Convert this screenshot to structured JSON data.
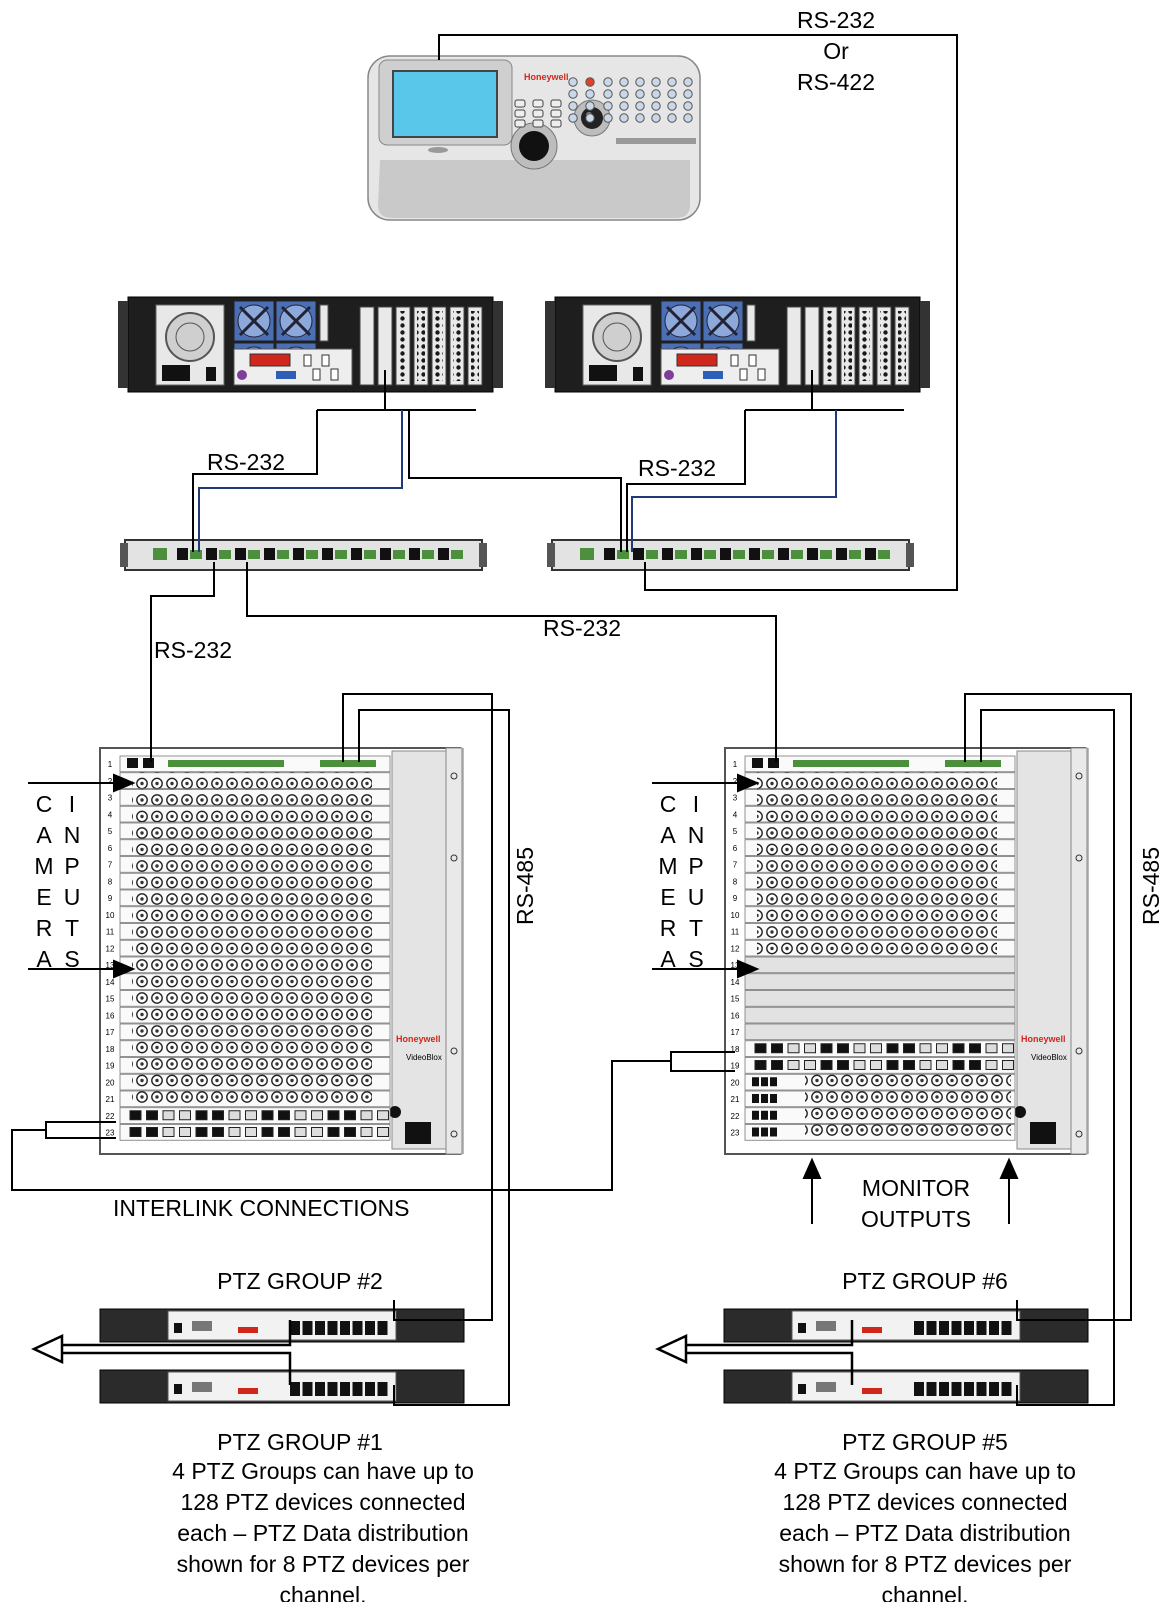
{
  "labels": {
    "link_keyboard_l1": "RS-232",
    "link_keyboard_l2": "Or",
    "link_keyboard_l3": "RS-422",
    "rs232_left_pc": "RS-232",
    "rs232_right_pc": "RS-232",
    "rs232_down_left": "RS-232",
    "rs232_cross": "RS-232",
    "rs485_left": "RS-485",
    "rs485_right": "RS-485",
    "interlink": "INTERLINK CONNECTIONS",
    "monitor_outputs_l1": "MONITOR",
    "monitor_outputs_l2": "OUTPUTS",
    "ptz_group_2": "PTZ GROUP #2",
    "ptz_group_6": "PTZ GROUP #6",
    "ptz_group_1": "PTZ GROUP #1",
    "ptz_group_5": "PTZ GROUP #5"
  },
  "camera_inputs": {
    "left_col": [
      "C",
      "A",
      "M",
      "E",
      "R",
      "A"
    ],
    "right_col": [
      "I",
      "N",
      "P",
      "U",
      "T",
      "S"
    ]
  },
  "notes": {
    "left": [
      "4 PTZ Groups can have up to",
      "128 PTZ devices connected",
      "each – PTZ Data distribution",
      "shown for 8 PTZ devices per",
      "channel."
    ],
    "right": [
      "4 PTZ Groups can have up to",
      "128 PTZ devices connected",
      "each – PTZ Data distribution",
      "shown for 8 PTZ devices per",
      "channel."
    ]
  },
  "devices": {
    "keyboard_brand": "Honeywell",
    "matrix_brand": "Honeywell",
    "matrix_product": "VideoBlox"
  },
  "slot_numbers": [
    "1",
    "2",
    "3",
    "4",
    "5",
    "6",
    "7",
    "8",
    "9",
    "10",
    "11",
    "12",
    "13",
    "14",
    "15",
    "16",
    "17",
    "18",
    "19",
    "20",
    "21",
    "22",
    "23"
  ],
  "colors": {
    "line": "#000000",
    "blue_line": "#1f3a7a",
    "rack_gray": "#d9d9d9",
    "dark_device": "#2b2b2b",
    "lcd_blue": "#59c7ea",
    "brand_red": "#d0271d"
  }
}
